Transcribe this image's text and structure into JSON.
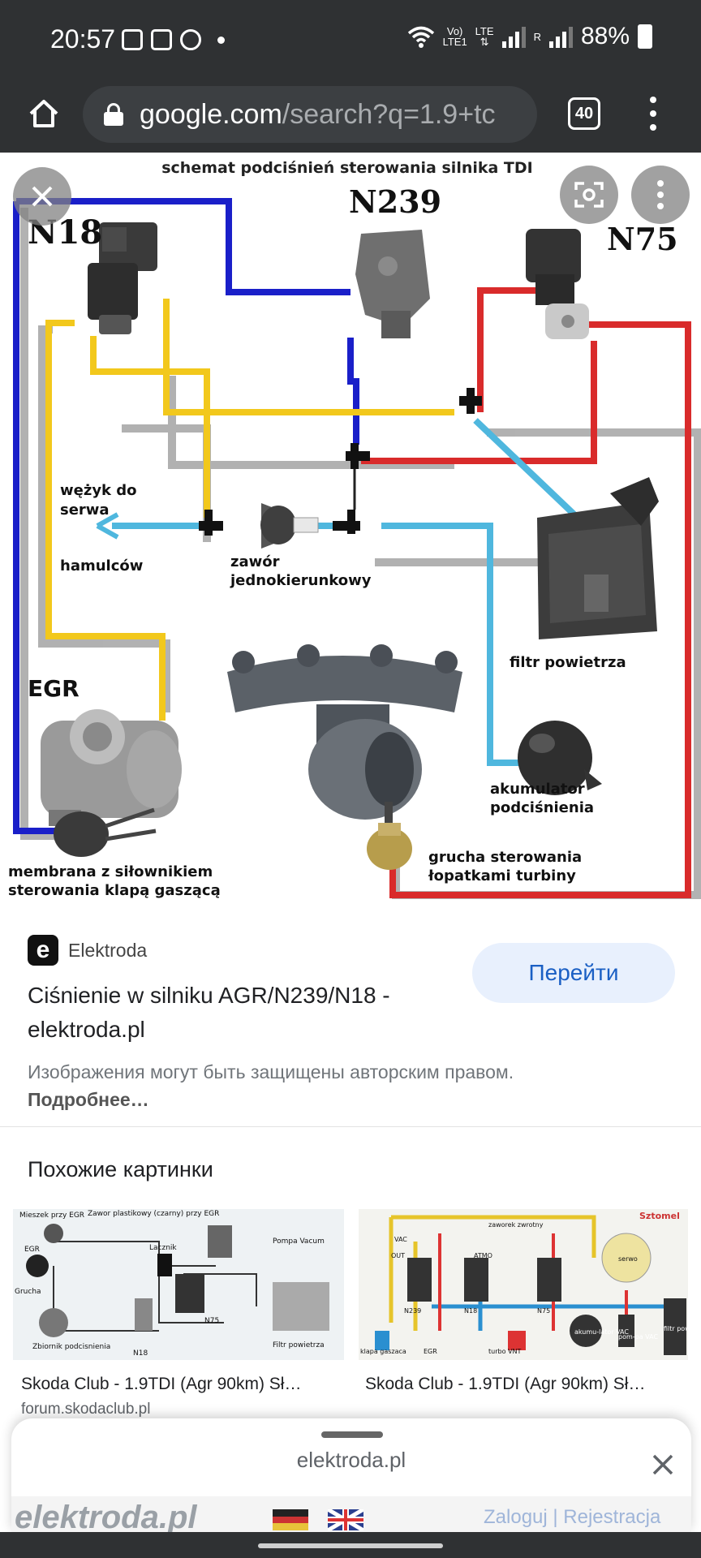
{
  "status": {
    "time": "20:57",
    "net_top": "Vo)",
    "net_bottom": "LTE1",
    "lte": "LTE",
    "r": "R",
    "battery": "88%"
  },
  "browser": {
    "url_host": "google.com",
    "url_path": "/search?q=1.9+tc",
    "tab_count": "40"
  },
  "diagram": {
    "title": "schemat podciśnień sterowania silnika TDI",
    "labels": {
      "n18": "N18",
      "n239": "N239",
      "n75": "N75",
      "egr": "EGR",
      "hose_line1": "wężyk do",
      "hose_line2": "serwa",
      "hose_line3": "hamulców",
      "valve_line1": "zawór",
      "valve_line2": "jednokierunkowy",
      "filter": "filtr powietrza",
      "accumulator_line1": "akumulator",
      "accumulator_line2": "podciśnienia",
      "pear_line1": "grucha sterowania",
      "pear_line2": "łopatkami turbiny",
      "membrane_line1": "membrana z siłownikiem",
      "membrane_line2": "sterowania klapą gaszącą"
    },
    "colors": {
      "blue": "#1a1fc9",
      "yellow": "#f2c81c",
      "red": "#d92b2b",
      "cyan": "#4fb7de"
    }
  },
  "result": {
    "source_name": "Elektroda",
    "source_logo_letter": "e",
    "visit_label": "Перейти",
    "title": "Ciśnienie w silniku AGR/N239/N18 - elektroda.pl",
    "copyright_text": "Изображения могут быть защищены авторским правом.",
    "copyright_link": "Подробнее…"
  },
  "similar": {
    "heading": "Похожие картинки",
    "items": [
      {
        "caption": "Skoda Club - 1.9TDI (Agr 90km) Sł…",
        "domain": "forum.skodaclub.pl",
        "labels": [
          "Mieszek przy EGR",
          "Zawor plastikowy (czarny) przy EGR",
          "Lacznik",
          "Pompa Vacum",
          "EGR",
          "Grucha",
          "N75",
          "Filtr powietrza",
          "Zbiornik podcisnienia",
          "N18"
        ]
      },
      {
        "caption": "Skoda Club - 1.9TDI (Agr 90km) Sł…",
        "labels": [
          "Sztomel",
          "zaworek zwrotny",
          "VAC",
          "OUT",
          "ATMO",
          "N239",
          "N18",
          "N75",
          "serwo",
          "filtr powie-trza",
          "klapa gaszaca",
          "EGR",
          "turbo VNT",
          "akumu-lator VAC",
          "pom-pa VAC"
        ]
      }
    ]
  },
  "sheet": {
    "domain": "elektroda.pl",
    "preview_logo": "elektroda.pl",
    "preview_login": "Zaloguj | Rejestracja"
  }
}
